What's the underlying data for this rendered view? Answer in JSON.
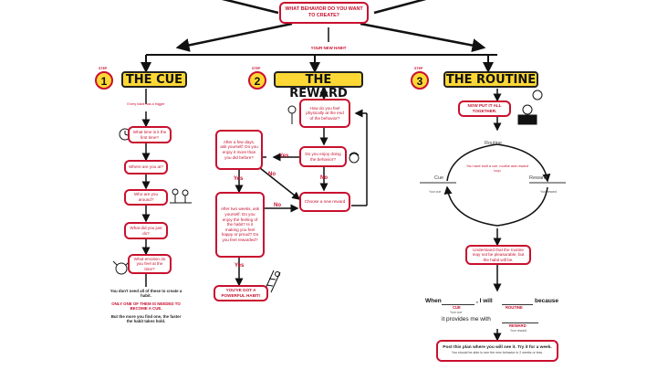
{
  "top": {
    "question": "WHAT BEHAVIOR DO YOU WANT TO CREATE?",
    "new_habit": "YOUR NEW HABIT"
  },
  "steps": {
    "cue": {
      "num": "1",
      "label": "STEP",
      "title": "THE CUE"
    },
    "reward": {
      "num": "2",
      "label": "STEP",
      "title": "THE REWARD"
    },
    "routine": {
      "num": "3",
      "label": "STEP",
      "title": "THE ROUTINE"
    }
  },
  "cue_col": {
    "note": "Every habit has a trigger",
    "q_time": "What time is it the first time?",
    "q_where": "Where are you at?",
    "q_who": "Who are you around?",
    "q_did": "What did you just do?",
    "q_emotion": "What emotion do you feel at the time?",
    "footer1": "You don't need all of these to create a habit.",
    "footer2": "ONLY ONE OF THEM IS NEEDED TO BECOME A CUE.",
    "footer3": "But the more you find one, the faster the habit takes hold."
  },
  "reward_col": {
    "q_how": "How do you feel physically at the end of the behavior?",
    "q_enjoy": "Do you enjoy doing the behavior?",
    "q_after": "After a few days, ask yourself: Do you enjoy it more than you did before?",
    "q_weeks": "After two weeks, ask yourself: Do you enjoy the feeling of the habit? Is it making you feel happy or proud? Do you feel rewarded?",
    "choose": "Choose a new reward",
    "got": "YOU'VE GOT A POWERFUL HABIT!",
    "yes1": "Yes",
    "no1": "No",
    "yes2": "Yes",
    "no2": "No",
    "no3": "No",
    "yes3": "Yes"
  },
  "routine_col": {
    "put": "NOW PUT IT ALL TOGETHER.",
    "routine": "Routine",
    "cue": "Cue",
    "reward": "Reward",
    "center": "You have built a cue, routine and reward loop",
    "cue_small": "Your cue",
    "reward_small": "Your reward",
    "box2": "Understand that the routine may not be pleasurable, but the habit will be.",
    "when": "When",
    "cue_red": "CUE",
    "cue_sub": "Your cue",
    "i_will": ", I will",
    "routine_red": "ROUTINE",
    "because": "because",
    "provides": "it provides me with",
    "reward_red": "REWARD",
    "reward_sub": "Your reward",
    "post": "Post this plan where you will see it. Try it for a week.",
    "post_sub": "You should be able to see the new behavior in 2 weeks or less."
  }
}
